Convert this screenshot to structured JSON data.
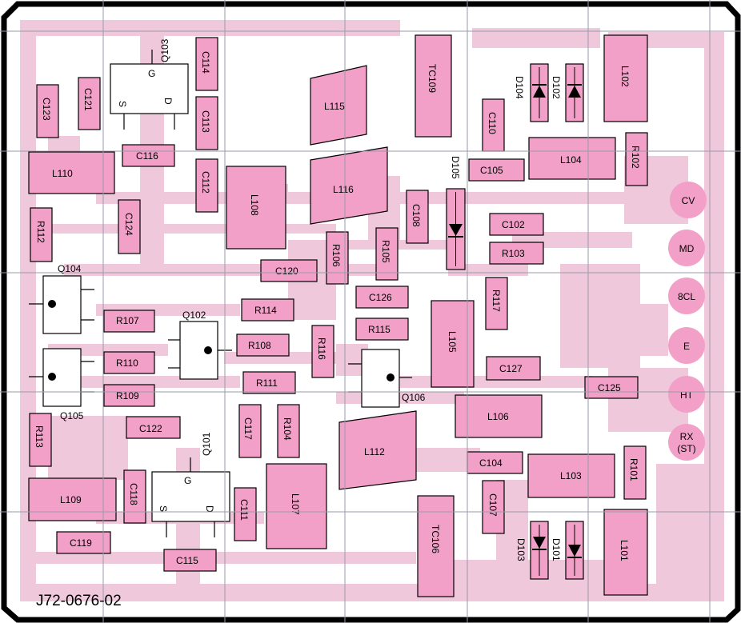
{
  "board_id": "J72-0676-02",
  "components": {
    "q103": "Q103",
    "q101": "Q101",
    "q102": "Q102",
    "q104": "Q104",
    "q105": "Q105",
    "q106": "Q106",
    "g": "G",
    "s": "S",
    "d": "D",
    "c114": "C114",
    "c113": "C113",
    "c112": "C112",
    "c121": "C121",
    "c123": "C123",
    "c116": "C116",
    "c124": "C124",
    "c120": "C120",
    "c126": "C126",
    "c108": "C108",
    "c110": "C110",
    "c105": "C105",
    "c102": "C102",
    "c127": "C127",
    "c125": "C125",
    "c122": "C122",
    "c117": "C117",
    "c118": "C118",
    "c111": "C111",
    "c119": "C119",
    "c115": "C115",
    "c104": "C104",
    "c107": "C107",
    "l110": "L110",
    "l115": "L115",
    "l116": "L116",
    "l108": "L108",
    "l102": "L102",
    "l104": "L104",
    "l105": "L105",
    "l106": "L106",
    "l112": "L112",
    "l107": "L107",
    "l109": "L109",
    "l103": "L103",
    "l101": "L101",
    "r112": "R112",
    "r107": "R107",
    "r110": "R110",
    "r109": "R109",
    "r113": "R113",
    "r114": "R114",
    "r108": "R108",
    "r111": "R111",
    "r104": "R104",
    "r106": "R106",
    "r105": "R105",
    "r115": "R115",
    "r116": "R116",
    "r117": "R117",
    "r103": "R103",
    "r102": "R102",
    "r101": "R101",
    "tc109": "TC109",
    "tc106": "TC106",
    "d104": "D104",
    "d102": "D102",
    "d105": "D105",
    "d103": "D103",
    "d101": "D101"
  },
  "connector_pads": {
    "cv": "CV",
    "md": "MD",
    "8cl": "8CL",
    "e": "E",
    "ht": "HT",
    "rx_line1": "RX",
    "rx_line2": "(ST)"
  }
}
